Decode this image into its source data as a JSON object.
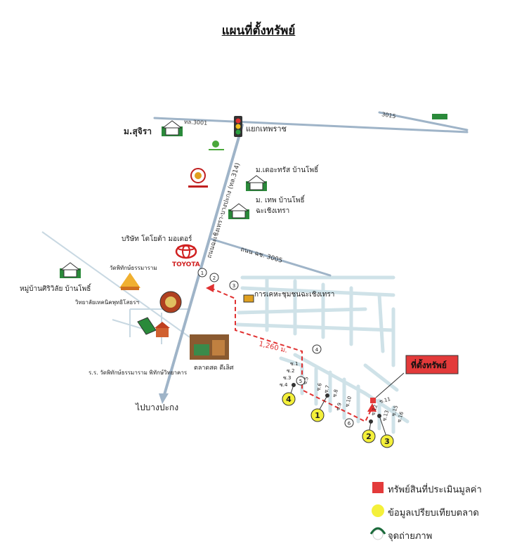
{
  "title": "แผนที่ตั้งทรัพย์",
  "colors": {
    "main_road": "#9fb4c8",
    "minor_road": "#c9dde5",
    "route": "#e03030",
    "subject": "#e33a3a",
    "comparable": "#f4f03a",
    "green": "#2a8a3a"
  },
  "labels": {
    "road_3001": "ทล.3001",
    "road_top_right": "3015",
    "main_road": "ถนนฉะเชิงเทรา-บางปะกง (ทล.314)",
    "road_3005": "ถนน ฉช. 3005",
    "junction": "แยกเทพราช",
    "m_sujira": "ม.สุจิรา",
    "m_la_tris": "ม.เดอะทรัส บ้านโพธิ์",
    "m_thep": "ม. เทพ บ้านโพธิ์",
    "chachoengsao": "ฉะเชิงเทรา",
    "toyota_co": "บริษัท โตโยต้า มอเตอร์",
    "toyota": "TOYOTA",
    "temple": "วัดพิทักษ์ธรรมาราม",
    "village_sriwilai": "หมู่บ้านศิริวิลัย บ้านโพธิ์",
    "college": "วิทยาลัยเทคนิคพุทธิโสธรฯ",
    "market_name": "ตลาดสด ดีเลิศ",
    "municipality": "การเคหะชุมชนฉะเชิงเทรา",
    "distance": "1,260 ม.",
    "school": "ร.ร. วัดพิทักษ์ธรรมาราม พิทักษ์วิทยาคาร",
    "to_bangpakong": "ไปบางปะกง",
    "subject_label": "ที่ตั้งทรัพย์"
  },
  "sois": [
    "ซ.1",
    "ซ.2",
    "ซ.3",
    "ซ.4",
    "ซ.5",
    "ซ.6",
    "ซ.7",
    "ซ.8",
    "ซ.9",
    "ซ.10",
    "ซ.11",
    "ซ.12",
    "ซ.13",
    "ซ.15",
    "ซ.16"
  ],
  "photo_points": [
    "1",
    "2",
    "3",
    "4",
    "5",
    "6"
  ],
  "comparables": [
    "1",
    "2",
    "3",
    "4"
  ],
  "legend": {
    "subject": "ทรัพย์สินที่ประเมินมูลค่า",
    "comparable": "ข้อมูลเปรียบเทียบตลาด",
    "photo": "จุดถ่ายภาพ"
  }
}
